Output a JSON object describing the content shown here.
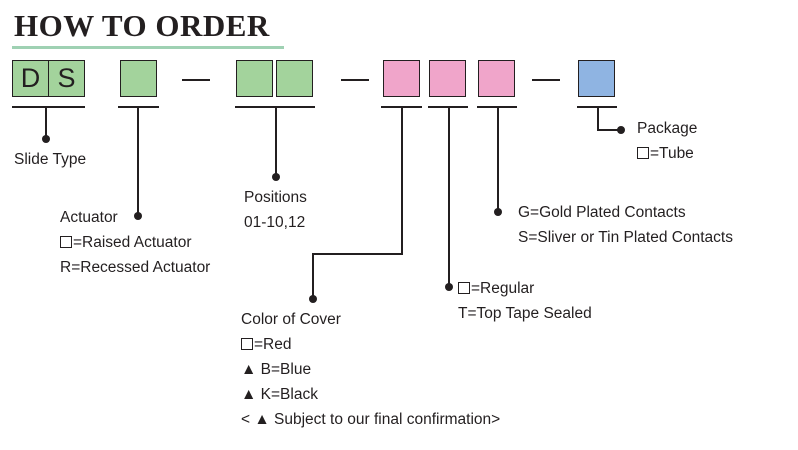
{
  "title": "HOW TO ORDER",
  "colors": {
    "green": "#a3d39c",
    "pink": "#f0a5ca",
    "blue": "#8fb4e2",
    "title_rule": "#9fd1b3"
  },
  "code_boxes": {
    "slide_type": [
      "D",
      "S"
    ]
  },
  "fields": {
    "slide_type": {
      "name": "Slide Type"
    },
    "actuator": {
      "name": "Actuator",
      "raised": "=Raised Actuator",
      "recessed": "R=Recessed Actuator"
    },
    "positions": {
      "name": "Positions",
      "range": "01-10,12"
    },
    "color_of_cover": {
      "name": "Color of Cover",
      "red": "=Red",
      "blue": "B=Blue",
      "black": "K=Black",
      "note": "Subject to our final confirmation"
    },
    "sealing": {
      "regular": "=Regular",
      "top_tape": "T=Top Tape Sealed"
    },
    "contacts": {
      "gold": "G=Gold Plated Contacts",
      "silver": "S=Sliver or Tin Plated Contacts"
    },
    "package": {
      "name": "Package",
      "tube": "=Tube"
    }
  }
}
